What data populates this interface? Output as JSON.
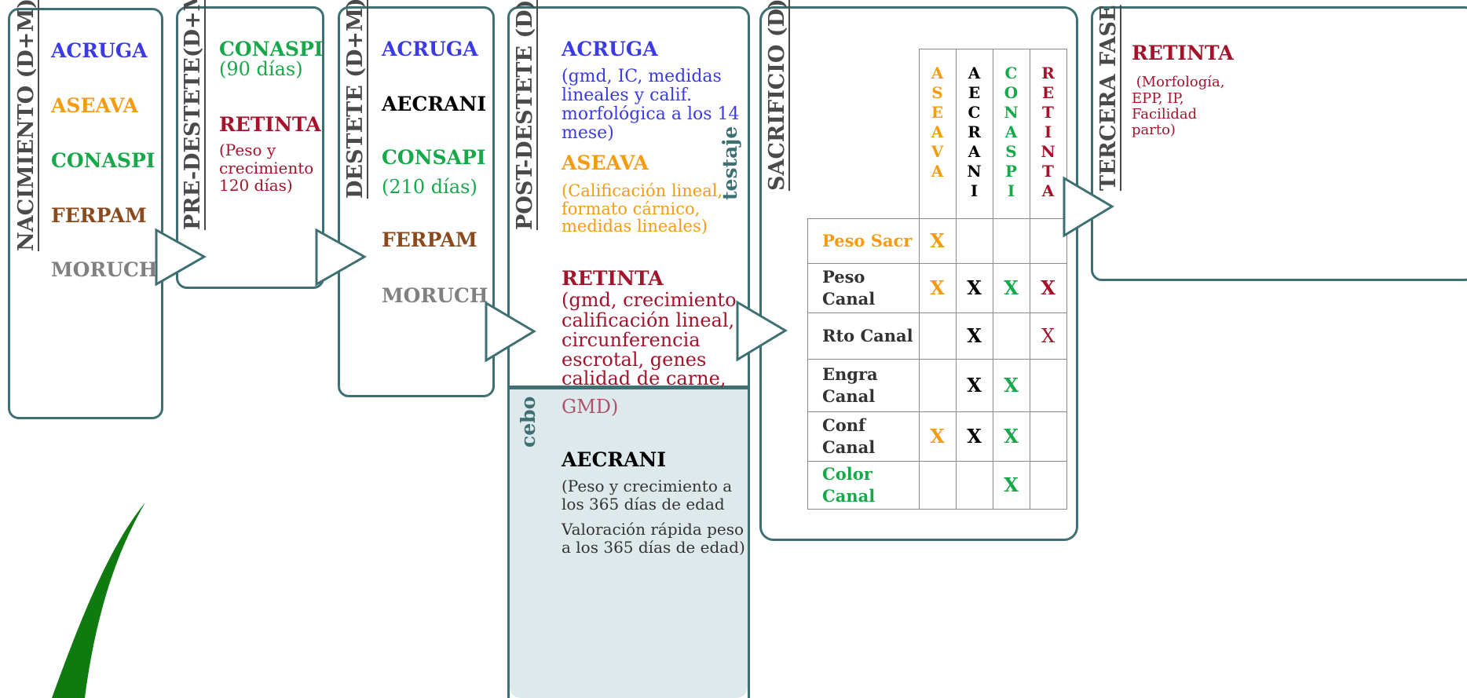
{
  "colors": {
    "border": "#3e6f73",
    "blue": "#3a3ae6",
    "orange": "#f39c12",
    "green": "#17a84a",
    "brown": "#8b4a1e",
    "gray": "#808080",
    "black": "#000000",
    "red": "#a3132b",
    "cebo_fill": "#dde9eb"
  },
  "nacimiento": {
    "title": "NACIMIENTO (D+M)",
    "items": [
      "ACRUGA",
      "ASEAVA",
      "CONASPI",
      "FERPAM",
      "MORUCH"
    ]
  },
  "predestete": {
    "title": "PRE-DESTETE(D+M)",
    "conaspi": "CONASPI",
    "conaspi_note": "(90 días)",
    "retinta": "RETINTA",
    "retinta_note": [
      "(Peso y",
      "crecimiento",
      "120 días)"
    ]
  },
  "destete": {
    "title": "DESTETE (D+M)",
    "acruga": "ACRUGA",
    "aecrani": "AECRANI",
    "consapi": "CONSAPI",
    "consapi_note": "(210 días)",
    "ferpam": "FERPAM",
    "moruch": "MORUCH"
  },
  "postdestete": {
    "title": "POST-DESTETE (D)",
    "testaje": "testaje",
    "cebo": "cebo",
    "acruga": "ACRUGA",
    "acruga_note": [
      "(gmd, IC, medidas",
      "lineales y calif.",
      "morfológica a los 14",
      "mese)"
    ],
    "aseava": "ASEAVA",
    "aseava_note": [
      "(Calificación lineal,",
      "formato cárnico,",
      "medidas lineales)"
    ],
    "retinta": "RETINTA",
    "retinta_note": [
      "(gmd, crecimiento,",
      "calificación lineal,",
      "circunferencia",
      "escrotal, genes",
      "calidad de carne,"
    ],
    "retinta_note_end": "GMD)",
    "aecrani": "AECRANI",
    "aecrani_note_1": [
      "(Peso y crecimiento a",
      "los 365 días de edad"
    ],
    "aecrani_note_2": [
      "Valoración rápida peso",
      "a los 365 días de edad)"
    ]
  },
  "sacrificio": {
    "title": "SACRIFICIO (D)",
    "columns": [
      {
        "name": "ASEAVA",
        "color": "#f39c12"
      },
      {
        "name": "AECRANI",
        "color": "#000000"
      },
      {
        "name": "CONASPI",
        "color": "#17a84a"
      },
      {
        "name": "RETINTA",
        "color": "#a3132b"
      }
    ],
    "rows": [
      {
        "label": [
          "Peso Sacr"
        ],
        "color": "#f39c12",
        "marks": [
          "X",
          "",
          "",
          ""
        ]
      },
      {
        "label": [
          "Peso",
          "Canal"
        ],
        "color": "#333333",
        "marks": [
          "X",
          "X",
          "X",
          "X"
        ]
      },
      {
        "label": [
          "Rto Canal"
        ],
        "color": "#333333",
        "marks": [
          "",
          "X",
          "",
          "X"
        ]
      },
      {
        "label": [
          "Engra",
          "Canal"
        ],
        "color": "#333333",
        "marks": [
          "",
          "X",
          "X",
          ""
        ]
      },
      {
        "label": [
          "Conf",
          "Canal"
        ],
        "color": "#333333",
        "marks": [
          "X",
          "X",
          "X",
          ""
        ]
      },
      {
        "label": [
          "Color",
          "Canal"
        ],
        "color": "#17a84a",
        "marks": [
          "",
          "",
          "X",
          ""
        ]
      }
    ]
  },
  "tercera": {
    "title": "TERCERA FASE",
    "retinta": "RETINTA",
    "retinta_note": [
      " (Morfología,",
      "EPP, IP,",
      "Facilidad",
      "parto)"
    ]
  }
}
